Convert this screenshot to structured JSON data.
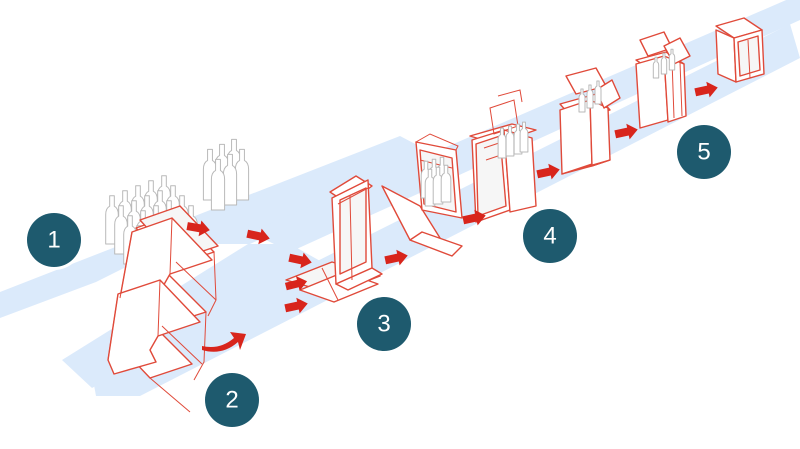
{
  "colors": {
    "background": "#ffffff",
    "conveyor": "#dbeafb",
    "badge_fill": "#1e5a6e",
    "badge_ring": "#ffffff",
    "badge_text": "#ffffff",
    "box_outline": "#e04a3a",
    "arrow": "#d8251c",
    "bottle_outline": "#b9b9b9"
  },
  "steps": [
    {
      "label": "1"
    },
    {
      "label": "2"
    },
    {
      "label": "3"
    },
    {
      "label": "4"
    },
    {
      "label": "5"
    }
  ],
  "icons": {
    "bottle": "wine-bottle-icon",
    "box_stack": "flat-box-stack-icon",
    "arrow": "flow-arrow-icon",
    "finished_box": "closed-carton-icon"
  }
}
